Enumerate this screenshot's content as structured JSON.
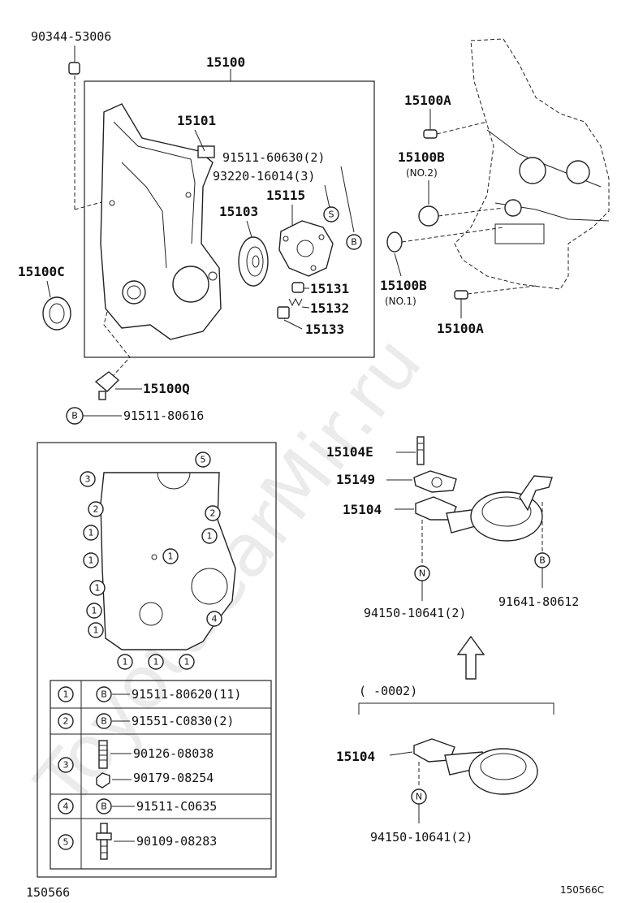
{
  "watermark": "ToyotaCarMir.ru",
  "callouts": {
    "p90344": "90344-53006",
    "p15100": "15100",
    "p15101": "15101",
    "p91511_60630": "91511-60630(2)",
    "p93220": "93220-16014(3)",
    "p15115": "15115",
    "p15103": "15103",
    "p15131": "15131",
    "p15132": "15132",
    "p15133": "15133",
    "p15100C": "15100C",
    "p15100Q": "15100Q",
    "p91511_80616": "91511-80616",
    "p15100A_top": "15100A",
    "p15100B_top": "15100B",
    "no2": "(NO.2)",
    "p15100B_low": "15100B",
    "no1": "(NO.1)",
    "p15100A_low": "15100A",
    "p15104E": "15104E",
    "p15149": "15149",
    "p15104_a": "15104",
    "p94150_a": "94150-10641(2)",
    "p91641": "91641-80612",
    "date_range": "(     -0002)",
    "p15104_b": "15104",
    "p94150_b": "94150-10641(2)"
  },
  "symbols": {
    "s": "S",
    "b": "B",
    "n": "N"
  },
  "cover_numbers": {
    "n1": "1",
    "n2": "2",
    "n3": "3",
    "n4": "4",
    "n5": "5"
  },
  "legend": [
    {
      "key": "1",
      "sym": "B",
      "part": "91511-80620(11)"
    },
    {
      "key": "2",
      "sym": "B",
      "part": "91551-C0830(2)"
    },
    {
      "key": "3",
      "part_a": "90126-08038",
      "part_b": "90179-08254"
    },
    {
      "key": "4",
      "sym": "B",
      "part": "91511-C0635"
    },
    {
      "key": "5",
      "part": "90109-08283"
    }
  ],
  "footer": {
    "left_code": "150566",
    "right_code": "150566C"
  }
}
